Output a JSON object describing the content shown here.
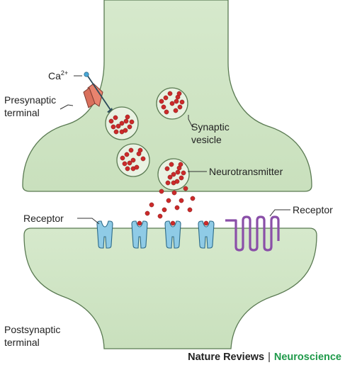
{
  "labels": {
    "ca_base": "Ca",
    "ca_charge": "2+",
    "presynaptic_line1": "Presynaptic",
    "presynaptic_line2": "terminal",
    "synaptic_vesicle_line1": "Synaptic",
    "synaptic_vesicle_line2": "vesicle",
    "neurotransmitter": "Neurotransmitter",
    "receptor_left": "Receptor",
    "receptor_right": "Receptor",
    "postsynaptic_line1": "Postsynaptic",
    "postsynaptic_line2": "terminal"
  },
  "credit": {
    "journal": "Nature Reviews",
    "separator": "|",
    "section": "Neuroscience"
  },
  "colors": {
    "cytoplasm": "#d2e6c8",
    "membrane": "#5a7a52",
    "vesicle": "#e9f2e2",
    "neurotransmitter": "#cc2a2a",
    "ion_channel": "#e8836e",
    "ionotropic_receptor": "#8fcbe6",
    "metabotropic_receptor": "#8a4fa8",
    "credit_dark": "#222222",
    "credit_green": "#1f9a4a"
  }
}
